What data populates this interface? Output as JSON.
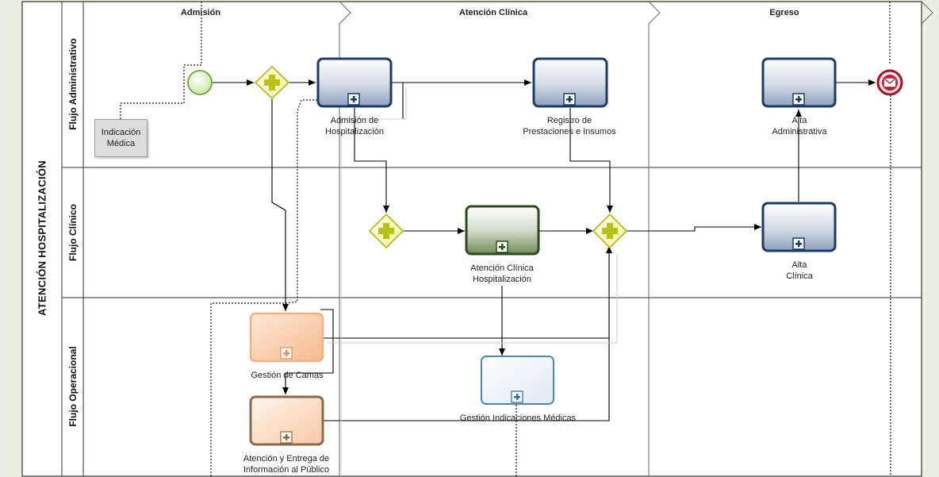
{
  "pool": {
    "title": "ATENCIÓN  HOSPITALIZACIÓN"
  },
  "lanes": {
    "administrativo": "Flujo Administrativo",
    "clinico": "Flujo Clínico",
    "operacional": "Flujo Operacional"
  },
  "phases": {
    "admision": "Admisión",
    "atencion": "Atención Clínica",
    "egreso": "Egreso"
  },
  "annotation": {
    "line1": "Indicación",
    "line2": "Médica"
  },
  "tasks": {
    "admision_hosp": {
      "line1": "Admisión de",
      "line2": "Hospitalización"
    },
    "registro": {
      "line1": "Registro de",
      "line2": "Prestaciones e Insumos"
    },
    "alta_admin": {
      "line1": "Alta",
      "line2": "Administrativa"
    },
    "atencion_clinica": {
      "line1": "Atención Clínica",
      "line2": "Hospitalización"
    },
    "alta_clinica": {
      "line1": "Alta",
      "line2": "Clínica"
    },
    "gestion_camas": {
      "line1": "Gestión de Camas"
    },
    "atencion_entrega": {
      "line1": "Atención y Entrega de",
      "line2": "Información al Público"
    },
    "gestion_indicaciones": {
      "line1": "Gestión Indicaciones Médicas"
    }
  },
  "colors": {
    "background": "#e9f0e2",
    "task_blue_border": "#1b3a66",
    "task_green_border": "#2f4a1a",
    "task_orange_border": "#f0a46e",
    "task_brown_border": "#8a6a4a",
    "task_light_border": "#4a88b0",
    "gateway": "#c8c82a",
    "start_event": "#7fbf3f",
    "end_event": "#b0162a"
  },
  "icons": {
    "subprocess_marker": "plus-box-icon",
    "gateway_marker": "parallel-plus-icon",
    "end_event_marker": "envelope-icon"
  }
}
